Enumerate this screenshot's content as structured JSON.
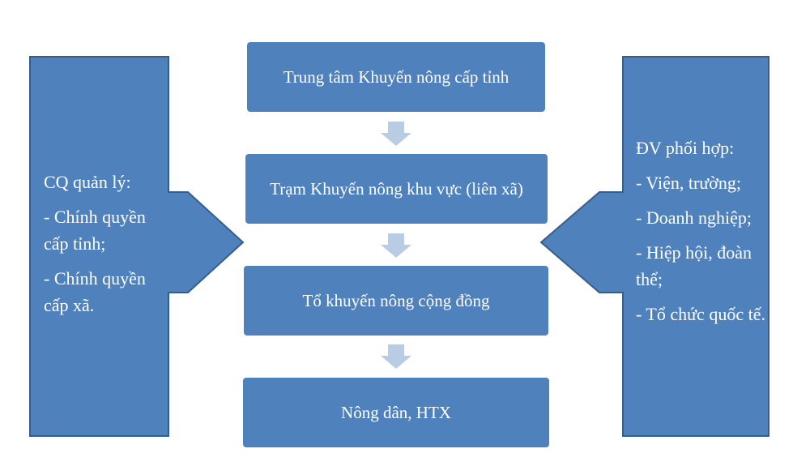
{
  "colors": {
    "box_fill": "#4f81bd",
    "box_border": "#385d8a",
    "arrow_fill": "#b8cce4",
    "text": "#ffffff"
  },
  "center_boxes": [
    {
      "label": "Trung tâm Khuyến nông cấp tỉnh"
    },
    {
      "label": "Trạm Khuyến nông khu vực (liên xã)"
    },
    {
      "label": "Tổ khuyến nông cộng đồng"
    },
    {
      "label": "Nông dân, HTX"
    }
  ],
  "left_panel": {
    "title": "CQ quản lý:",
    "items": [
      "- Chính quyền cấp tỉnh;",
      "- Chính quyền cấp xã."
    ]
  },
  "right_panel": {
    "title": "ĐV phối hợp:",
    "items": [
      "- Viện, trường;",
      "- Doanh nghiệp;",
      "- Hiệp hội, đoàn thể;",
      "- Tổ chức quốc tế."
    ]
  }
}
